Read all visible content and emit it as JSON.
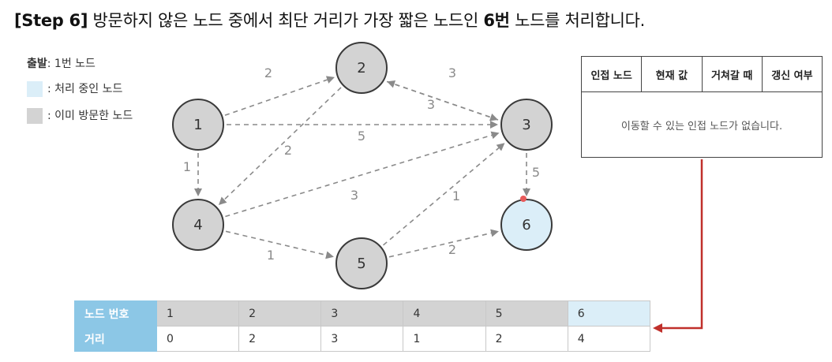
{
  "header": {
    "step": "[Step 6]",
    "text_before": " 방문하지 않은 노드 중에서 최단 거리가 가장 짧은 노드인 ",
    "highlight": "6번",
    "text_after": " 노드를 처리합니다."
  },
  "legend": {
    "start_label": "출발",
    "start_value": ": 1번 노드",
    "processing_label": ": 처리 중인 노드",
    "visited_label": ": 이미 방문한 노드",
    "processing_color": "#dbeef8",
    "visited_color": "#d3d3d3"
  },
  "graph": {
    "nodes": [
      {
        "id": "1",
        "state": "visited"
      },
      {
        "id": "2",
        "state": "visited"
      },
      {
        "id": "3",
        "state": "visited"
      },
      {
        "id": "4",
        "state": "visited"
      },
      {
        "id": "5",
        "state": "visited"
      },
      {
        "id": "6",
        "state": "processing"
      }
    ],
    "edges": [
      {
        "from": "1",
        "to": "2",
        "weight": "2"
      },
      {
        "from": "1",
        "to": "3",
        "weight": "5"
      },
      {
        "from": "1",
        "to": "4",
        "weight": "1"
      },
      {
        "from": "2",
        "to": "3",
        "weight": "3"
      },
      {
        "from": "3",
        "to": "2",
        "weight": "3"
      },
      {
        "from": "2",
        "to": "4",
        "weight": "2"
      },
      {
        "from": "3",
        "to": "6",
        "weight": "5"
      },
      {
        "from": "4",
        "to": "3",
        "weight": "3"
      },
      {
        "from": "4",
        "to": "5",
        "weight": "1"
      },
      {
        "from": "5",
        "to": "3",
        "weight": "1"
      },
      {
        "from": "5",
        "to": "6",
        "weight": "2"
      }
    ]
  },
  "adjacency_table": {
    "headers": [
      "인접 노드",
      "현재 값",
      "거쳐갈 때",
      "갱신 여부"
    ],
    "message": "이동할 수 있는 인접 노드가 없습니다."
  },
  "distance_table": {
    "row_node_label": "노드 번호",
    "row_dist_label": "거리",
    "nodes": [
      "1",
      "2",
      "3",
      "4",
      "5",
      "6"
    ],
    "distances": [
      "0",
      "2",
      "3",
      "1",
      "2",
      "4"
    ],
    "current_index": 5
  },
  "colors": {
    "arrow_red": "#c0302b",
    "header_blue": "#8cc7e6",
    "edge_gray": "#8a8a8a"
  }
}
